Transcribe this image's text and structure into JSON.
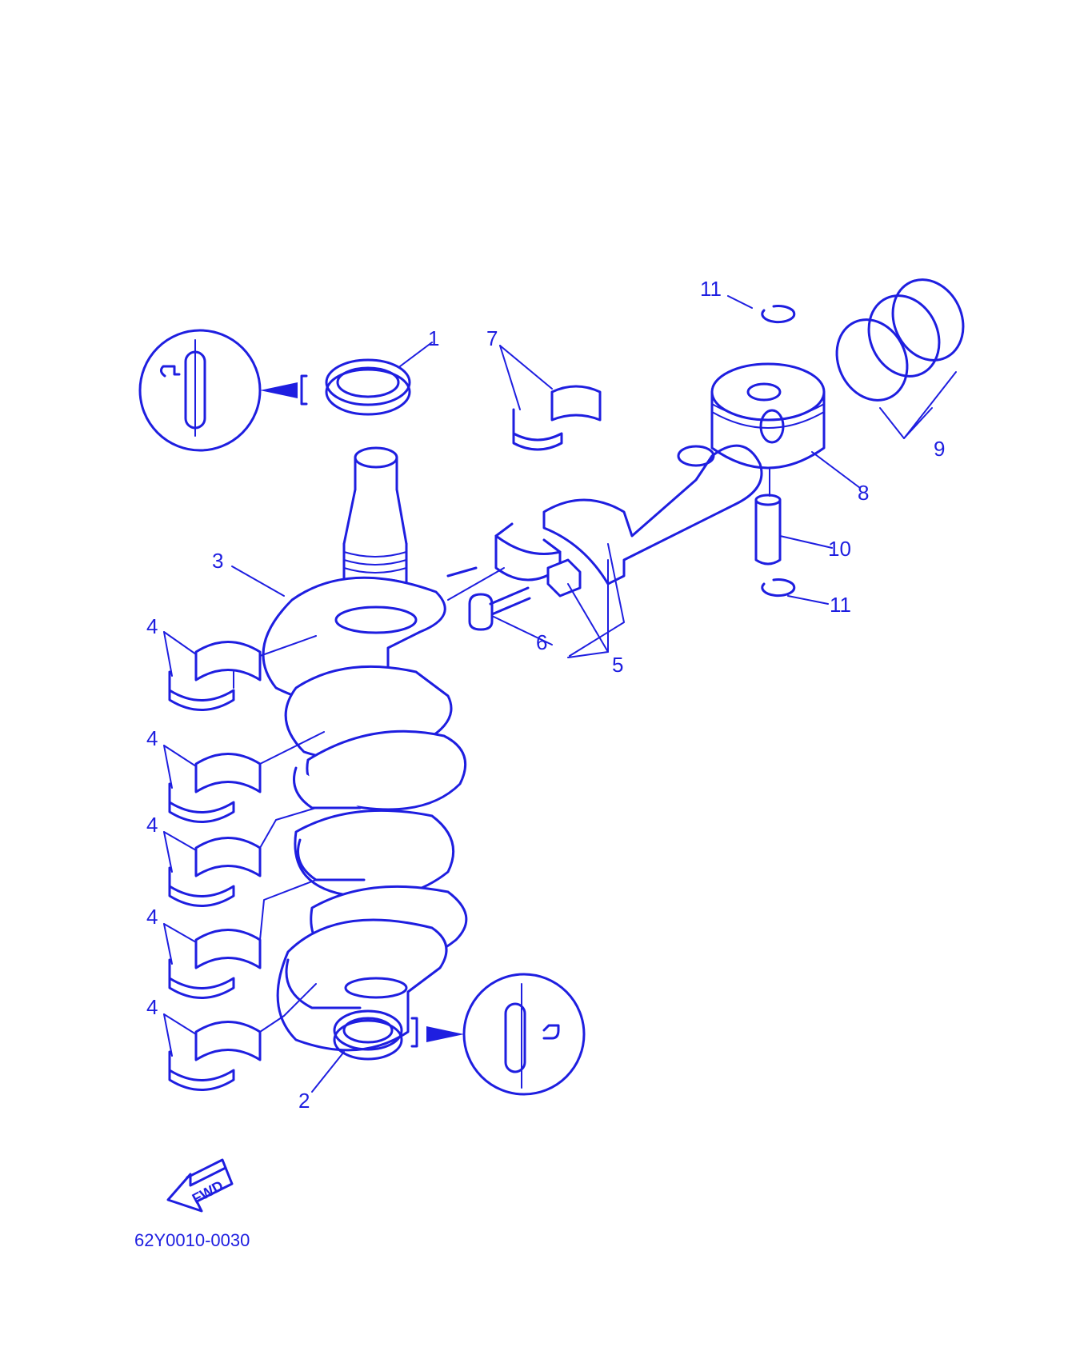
{
  "labels": {
    "p1": "1",
    "p2": "2",
    "p3": "3",
    "p4a": "4",
    "p4b": "4",
    "p4c": "4",
    "p4d": "4",
    "p4e": "4",
    "p5": "5",
    "p6": "6",
    "p7": "7",
    "p8": "8",
    "p9": "9",
    "p10": "10",
    "p11a": "11",
    "p11b": "11"
  },
  "fwd_label": "FWD",
  "diagram_code": "62Y0010-0030",
  "line_color": "#1e1ee0"
}
